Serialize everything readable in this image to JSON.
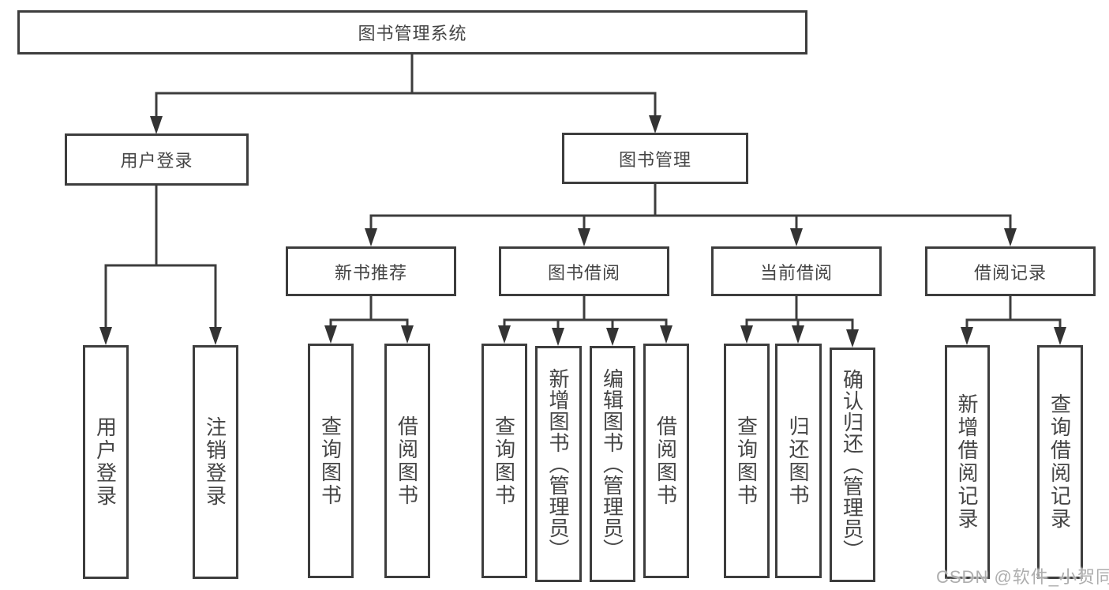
{
  "tree": {
    "root": "图书管理系统",
    "children": [
      {
        "label": "用户登录",
        "children": [
          "用户登录",
          "注销登录"
        ]
      },
      {
        "label": "图书管理",
        "children": [
          {
            "label": "新书推荐",
            "children": [
              "查询图书",
              "借阅图书"
            ]
          },
          {
            "label": "图书借阅",
            "children": [
              "查询图书",
              "新增图书（管理员）",
              "编辑图书（管理员）",
              "借阅图书"
            ]
          },
          {
            "label": "当前借阅",
            "children": [
              "查询图书",
              "归还图书",
              "确认归还（管理员）"
            ]
          },
          {
            "label": "借阅记录",
            "children": [
              "新增借阅记录",
              "查询借阅记录"
            ]
          }
        ]
      }
    ]
  },
  "watermark": "CSDN @软件_小贺同学",
  "colors": {
    "line": "#3d3d3d",
    "box_border": "#3d3d3d",
    "text": "#454545",
    "background": "#ffffff",
    "watermark": "#aeaeae"
  }
}
